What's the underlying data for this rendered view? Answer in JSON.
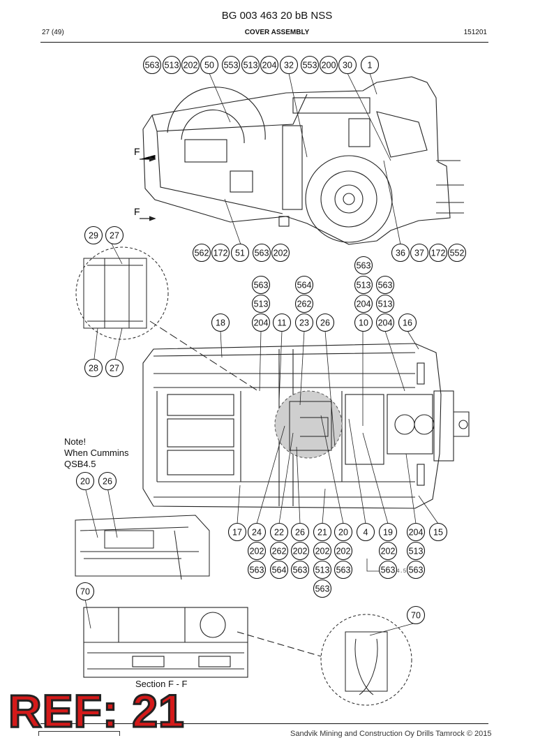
{
  "header": {
    "title": "BG 003 463 20 bB NSS",
    "page": "27 (49)",
    "section": "COVER ASSEMBLY",
    "code": "151201"
  },
  "note": {
    "line1": "Note!",
    "line2": "When Cummins",
    "line3": "QSB4.5"
  },
  "view_label_f": "F",
  "section_label": "Section F - F",
  "ref_label": "REF: 21",
  "footer_text": "Sandvik Mining and Construction Oy Drills Tamrock © 2015",
  "dim_text": "4.5",
  "balloons": {
    "top_row": [
      "563",
      "513",
      "202",
      "50",
      "553",
      "513",
      "204",
      "32",
      "553",
      "200",
      "30",
      "1"
    ],
    "side_lower": [
      "562",
      "172",
      "51",
      "563",
      "202"
    ],
    "side_right": [
      "36",
      "37",
      "172",
      "552"
    ],
    "detail_top": [
      "29",
      "27"
    ],
    "detail_bottom": [
      "28",
      "27"
    ],
    "plan_col_a": [
      "563",
      "513",
      "204"
    ],
    "plan_col_b": [
      "564",
      "262",
      "23"
    ],
    "plan_col_c": [
      "563",
      "513",
      "204"
    ],
    "plan_col_d": [
      "563",
      "513",
      "204"
    ],
    "plan_top_misc": [
      "18",
      "11",
      "26",
      "10",
      "16"
    ],
    "note_balloons": [
      "20",
      "26"
    ],
    "plan_bottom_row": [
      "17",
      "24",
      "22",
      "26",
      "21",
      "20",
      "4",
      "19",
      "204",
      "15"
    ],
    "plan_bottom_row2": [
      "202",
      "262",
      "202",
      "202",
      "202",
      "202",
      "513"
    ],
    "plan_bottom_row3": [
      "563",
      "564",
      "563",
      "513",
      "563",
      "563",
      "563"
    ],
    "plan_bottom_extra": "563",
    "section_left": "70",
    "section_right": "70"
  }
}
